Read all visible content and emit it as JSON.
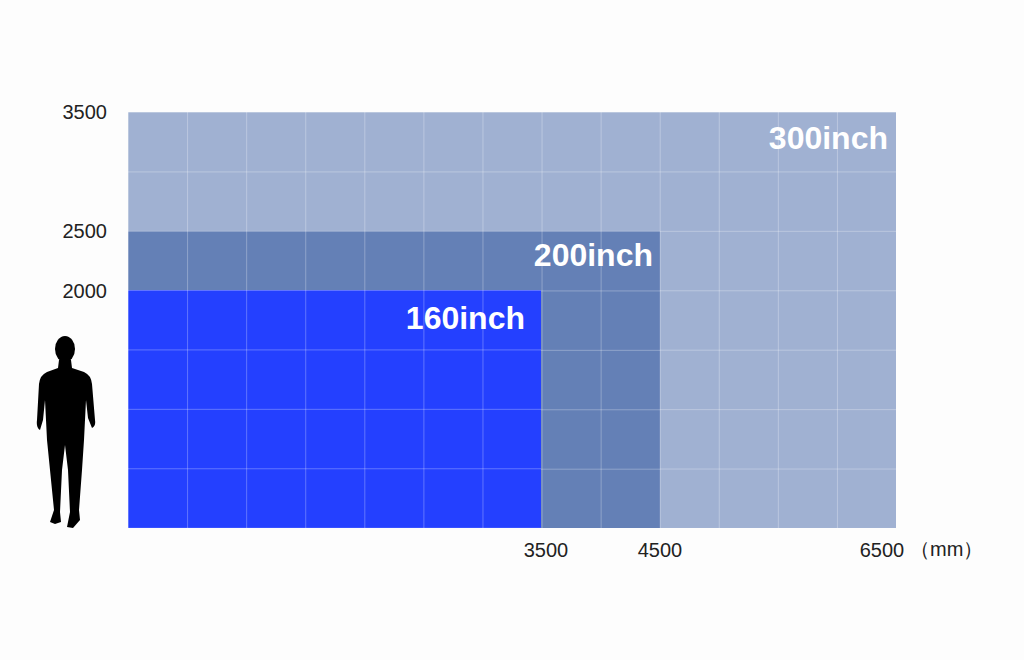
{
  "diagram": {
    "nodes": [
      {
        "text": [
          "300inch"
        ]
      },
      {
        "text": [
          "200inch"
        ],
        "in": 0
      },
      {
        "text": [
          "160inch"
        ],
        "in": 1
      }
    ],
    "labels": [
      "3500",
      "2500",
      "2000",
      "3500",
      "4500",
      "6500",
      "（mm）"
    ]
  }
}
